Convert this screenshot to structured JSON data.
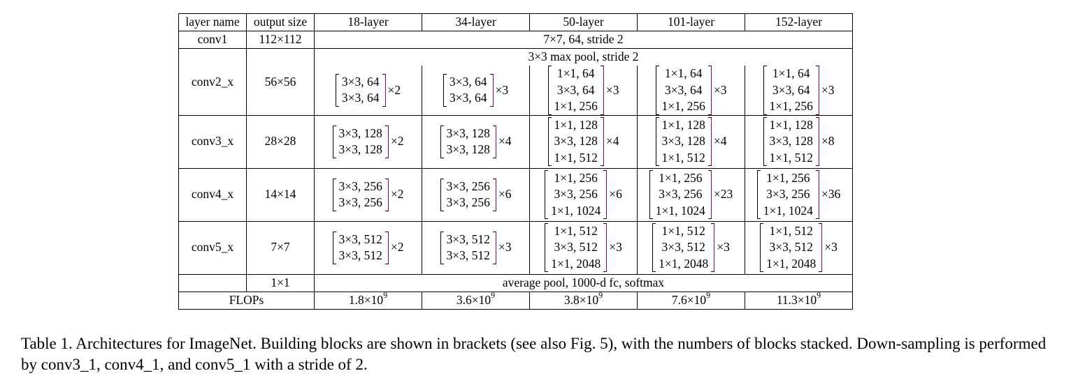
{
  "headers": {
    "layer_name": "layer name",
    "output_size": "output size",
    "depths": [
      "18-layer",
      "34-layer",
      "50-layer",
      "101-layer",
      "152-layer"
    ]
  },
  "conv1": {
    "name": "conv1",
    "output": "112×112",
    "spec": "7×7, 64, stride 2"
  },
  "maxpool": {
    "spec": "3×3 max pool, stride 2"
  },
  "stages": [
    {
      "name": "conv2_x",
      "output": "56×56",
      "blocks": [
        {
          "lines": [
            "3×3, 64",
            "3×3, 64"
          ],
          "mult": "×2"
        },
        {
          "lines": [
            "3×3, 64",
            "3×3, 64"
          ],
          "mult": "×3"
        },
        {
          "lines": [
            "1×1, 64",
            "3×3, 64",
            "1×1, 256"
          ],
          "mult": "×3"
        },
        {
          "lines": [
            "1×1, 64",
            "3×3, 64",
            "1×1, 256"
          ],
          "mult": "×3"
        },
        {
          "lines": [
            "1×1, 64",
            "3×3, 64",
            "1×1, 256"
          ],
          "mult": "×3"
        }
      ]
    },
    {
      "name": "conv3_x",
      "output": "28×28",
      "blocks": [
        {
          "lines": [
            "3×3, 128",
            "3×3, 128"
          ],
          "mult": "×2"
        },
        {
          "lines": [
            "3×3, 128",
            "3×3, 128"
          ],
          "mult": "×4"
        },
        {
          "lines": [
            "1×1, 128",
            "3×3, 128",
            "1×1, 512"
          ],
          "mult": "×4"
        },
        {
          "lines": [
            "1×1, 128",
            "3×3, 128",
            "1×1, 512"
          ],
          "mult": "×4"
        },
        {
          "lines": [
            "1×1, 128",
            "3×3, 128",
            "1×1, 512"
          ],
          "mult": "×8"
        }
      ]
    },
    {
      "name": "conv4_x",
      "output": "14×14",
      "blocks": [
        {
          "lines": [
            "3×3, 256",
            "3×3, 256"
          ],
          "mult": "×2"
        },
        {
          "lines": [
            "3×3, 256",
            "3×3, 256"
          ],
          "mult": "×6"
        },
        {
          "lines": [
            "1×1, 256",
            "3×3, 256",
            "1×1, 1024"
          ],
          "mult": "×6"
        },
        {
          "lines": [
            "1×1, 256",
            "3×3, 256",
            "1×1, 1024"
          ],
          "mult": "×23"
        },
        {
          "lines": [
            "1×1, 256",
            "3×3, 256",
            "1×1, 1024"
          ],
          "mult": "×36"
        }
      ]
    },
    {
      "name": "conv5_x",
      "output": "7×7",
      "blocks": [
        {
          "lines": [
            "3×3, 512",
            "3×3, 512"
          ],
          "mult": "×2"
        },
        {
          "lines": [
            "3×3, 512",
            "3×3, 512"
          ],
          "mult": "×3"
        },
        {
          "lines": [
            "1×1, 512",
            "3×3, 512",
            "1×1, 2048"
          ],
          "mult": "×3"
        },
        {
          "lines": [
            "1×1, 512",
            "3×3, 512",
            "1×1, 2048"
          ],
          "mult": "×3"
        },
        {
          "lines": [
            "1×1, 512",
            "3×3, 512",
            "1×1, 2048"
          ],
          "mult": "×3"
        }
      ]
    }
  ],
  "final": {
    "output": "1×1",
    "spec": "average pool, 1000-d fc, softmax"
  },
  "flops": {
    "label": "FLOPs",
    "values": [
      {
        "mantissa": "1.8×10",
        "exp": "9"
      },
      {
        "mantissa": "3.6×10",
        "exp": "9"
      },
      {
        "mantissa": "3.8×10",
        "exp": "9"
      },
      {
        "mantissa": "7.6×10",
        "exp": "9"
      },
      {
        "mantissa": "11.3×10",
        "exp": "9"
      }
    ]
  },
  "caption": "Table 1. Architectures for ImageNet. Building blocks are shown in brackets (see also Fig. 5), with the numbers of blocks stacked. Down-sampling is performed by conv3_1, conv4_1, and conv5_1 with a stride of 2."
}
